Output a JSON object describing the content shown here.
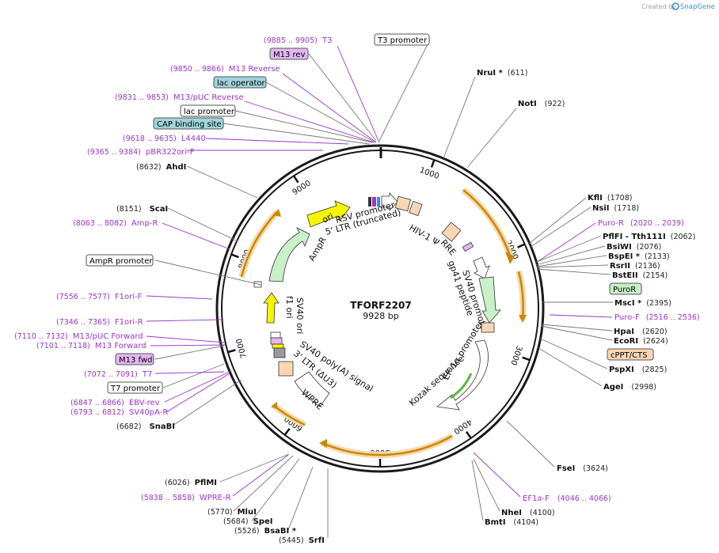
{
  "watermark": {
    "created_by": "Created by",
    "brand": "SnapGene"
  },
  "plasmid": {
    "name": "TFORF2207",
    "size": "9928 bp"
  },
  "ruler": [
    {
      "label": "1000",
      "angle": 20
    },
    {
      "label": "2000",
      "angle": 66
    },
    {
      "label": "3000",
      "angle": 109
    },
    {
      "label": "4000",
      "angle": 145
    },
    {
      "label": "5000",
      "angle": 180
    },
    {
      "label": "6000",
      "angle": 217
    },
    {
      "label": "7000",
      "angle": 254
    },
    {
      "label": "8000",
      "angle": 290
    },
    {
      "label": "9000",
      "angle": 327
    }
  ],
  "sites_right": [
    {
      "name": "NruI *",
      "pos": "(611)",
      "angle": 22
    },
    {
      "name": "NotI",
      "pos": "(922)",
      "angle": 34
    },
    {
      "name": "KflI",
      "pos": "(1708)",
      "angle": 60
    },
    {
      "name": "NsiI",
      "pos": "(1718)",
      "angle": 61
    },
    {
      "name": "PflFI - Tth111I",
      "pos": "(2062)",
      "angle": 75
    },
    {
      "name": "BsiWI",
      "pos": "(2076)",
      "angle": 76
    },
    {
      "name": "BspEI *",
      "pos": "(2133)",
      "angle": 77
    },
    {
      "name": "RsrII",
      "pos": "(2136)",
      "angle": 78
    },
    {
      "name": "BstEII",
      "pos": "(2154)",
      "angle": 79
    },
    {
      "name": "MscI *",
      "pos": "(2395)",
      "angle": 87
    },
    {
      "name": "HpaI",
      "pos": "(2620)",
      "angle": 97
    },
    {
      "name": "EcoRI",
      "pos": "(2624)",
      "angle": 98
    },
    {
      "name": "PspXI",
      "pos": "(2825)",
      "angle": 103
    },
    {
      "name": "AgeI",
      "pos": "(2998)",
      "angle": 108
    },
    {
      "name": "FseI",
      "pos": "(3624)",
      "angle": 131
    },
    {
      "name": "NheI",
      "pos": "(4100)",
      "angle": 148
    },
    {
      "name": "BmtI",
      "pos": "(4104)",
      "angle": 149
    }
  ],
  "sites_left": [
    {
      "name": "AhdI",
      "pos": "(8632)",
      "angle": 313
    },
    {
      "name": "ScaI",
      "pos": "(8151)",
      "angle": 296
    },
    {
      "name": "SnaBI",
      "pos": "(6682)",
      "angle": 242
    },
    {
      "name": "PflMI",
      "pos": "(6026)",
      "angle": 218
    },
    {
      "name": "MluI",
      "pos": "(5770)",
      "angle": 210
    },
    {
      "name": "SpeI",
      "pos": "(5684)",
      "angle": 206
    },
    {
      "name": "BsaBI *",
      "pos": "(5526)",
      "angle": 201
    },
    {
      "name": "SrfI",
      "pos": "(5445)",
      "angle": 198
    }
  ],
  "primers": [
    {
      "name": "T3",
      "pos": "(9885 .. 9905)"
    },
    {
      "name": "M13 Reverse",
      "pos": "(9850 .. 9866)"
    },
    {
      "name": "M13/pUC Reverse",
      "pos": "(9831 .. 9853)"
    },
    {
      "name": "L4440",
      "pos": "(9618 .. 9635)"
    },
    {
      "name": "pBR322ori-F",
      "pos": "(9365 .. 9384)"
    },
    {
      "name": "Amp-R",
      "pos": "(8063 .. 8082)"
    },
    {
      "name": "F1ori-F",
      "pos": "(7556 .. 7577)"
    },
    {
      "name": "F1ori-R",
      "pos": "(7346 .. 7365)"
    },
    {
      "name": "M13/pUC Forward",
      "pos": "(7110 .. 7132)"
    },
    {
      "name": "M13 Forward",
      "pos": "(7101 .. 7118)"
    },
    {
      "name": "T7",
      "pos": "(7072 .. 7091)"
    },
    {
      "name": "EBV-rev",
      "pos": "(6847 .. 6866)"
    },
    {
      "name": "SV40pA-R",
      "pos": "(6793 .. 6812)"
    },
    {
      "name": "WPRE-R",
      "pos": "(5838 .. 5858)"
    },
    {
      "name": "Puro-R",
      "pos": "(2020 .. 2039)"
    },
    {
      "name": "Puro-F",
      "pos": "(2516 .. 2536)"
    },
    {
      "name": "EF1a-F",
      "pos": "(4046 .. 4066)"
    }
  ],
  "boxed": [
    {
      "name": "T3 promoter",
      "type": "white"
    },
    {
      "name": "M13 rev",
      "type": "purple"
    },
    {
      "name": "lac operator",
      "type": "teal"
    },
    {
      "name": "lac promoter",
      "type": "white"
    },
    {
      "name": "CAP binding site",
      "type": "teal"
    },
    {
      "name": "AmpR promoter",
      "type": "white"
    },
    {
      "name": "M13 fwd",
      "type": "purple"
    },
    {
      "name": "T7 promoter",
      "type": "white"
    },
    {
      "name": "PuroR",
      "type": "green"
    },
    {
      "name": "cPPT/CTS",
      "type": "peach"
    }
  ],
  "features": {
    "ori": "ori",
    "ampr": "AmpR",
    "rsv": "RSV promoter",
    "ltr5": "5' LTR (truncated)",
    "hiv": "HIV-1 Ψ",
    "rre": "RRE",
    "gp41": "gp41 peptide",
    "sv40p": "SV40 promoter",
    "ef1a": "EF-1α promoter",
    "kozak": "Kozak sequence",
    "wpre": "WPRE",
    "ltr3": "3' LTR (ΔU3)",
    "sv40pa": "SV40 poly(A) signal",
    "sv40ori": "SV40 ori",
    "f1ori": "f1 ori"
  },
  "colors": {
    "enzyme": "#111111",
    "primer": "#9a36c8",
    "orf_outline": "#c9870c",
    "orf_glow": "#f6d9a8",
    "backbone": "#1a1a1a",
    "feature_green": "#c9f0c8",
    "feature_yellow": "#f5f500",
    "feature_peach": "#fbd6b5",
    "box_teal": "#9fd4da",
    "box_purple": "#e4b6f5"
  }
}
